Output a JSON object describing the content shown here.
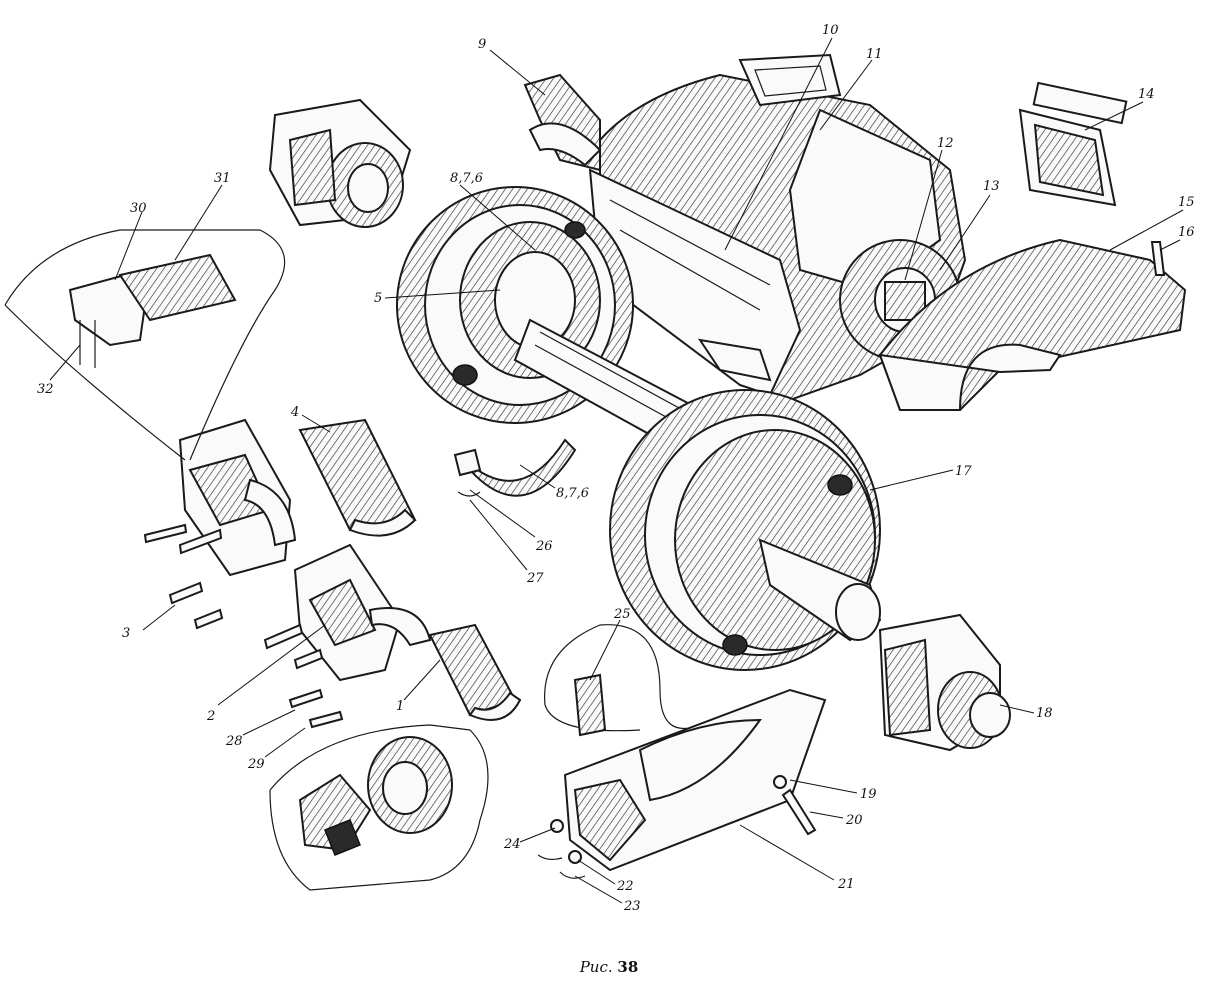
{
  "caption": {
    "prefix": "Рис.",
    "number": "38"
  },
  "callouts": [
    {
      "id": "c9",
      "label": "9"
    },
    {
      "id": "c10",
      "label": "10"
    },
    {
      "id": "c11",
      "label": "11"
    },
    {
      "id": "c12",
      "label": "12"
    },
    {
      "id": "c13",
      "label": "13"
    },
    {
      "id": "c14",
      "label": "14"
    },
    {
      "id": "c15",
      "label": "15"
    },
    {
      "id": "c16",
      "label": "16"
    },
    {
      "id": "c876a",
      "label": "8,7,6"
    },
    {
      "id": "c5",
      "label": "5"
    },
    {
      "id": "c31",
      "label": "31"
    },
    {
      "id": "c30",
      "label": "30"
    },
    {
      "id": "c32",
      "label": "32"
    },
    {
      "id": "c4",
      "label": "4"
    },
    {
      "id": "c876b",
      "label": "8,7,6"
    },
    {
      "id": "c26",
      "label": "26"
    },
    {
      "id": "c27",
      "label": "27"
    },
    {
      "id": "c17",
      "label": "17"
    },
    {
      "id": "c3",
      "label": "3"
    },
    {
      "id": "c2",
      "label": "2"
    },
    {
      "id": "c1",
      "label": "1"
    },
    {
      "id": "c25",
      "label": "25"
    },
    {
      "id": "c28",
      "label": "28"
    },
    {
      "id": "c29",
      "label": "29"
    },
    {
      "id": "c18",
      "label": "18"
    },
    {
      "id": "c19",
      "label": "19"
    },
    {
      "id": "c20",
      "label": "20"
    },
    {
      "id": "c24",
      "label": "24"
    },
    {
      "id": "c22",
      "label": "22"
    },
    {
      "id": "c23",
      "label": "23"
    },
    {
      "id": "c21",
      "label": "21"
    }
  ]
}
